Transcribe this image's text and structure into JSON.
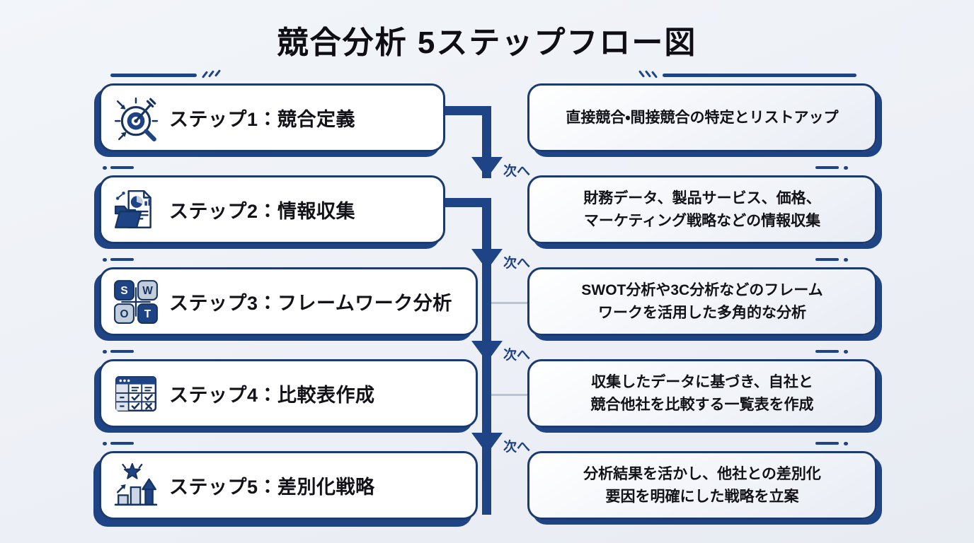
{
  "title": "競合分析 5ステップフロー図",
  "next_label": "次へ",
  "colors": {
    "navy": "#1e4486",
    "border_navy": "#1b3a70",
    "background": "#edf0f6",
    "text": "#121218",
    "light_connector": "#b8c3d4"
  },
  "swot_letters": [
    "S",
    "W",
    "O",
    "T"
  ],
  "steps": [
    {
      "icon": "target-magnifier-icon",
      "label": "ステップ1：競合定義",
      "desc_lines": [
        "直接競合・間接競合の特定とリストアップ"
      ]
    },
    {
      "icon": "folder-document-icon",
      "label": "ステップ2：情報収集",
      "desc_lines": [
        "財務データ、製品サービス、価格、",
        "マーケティング戦略などの情報収集"
      ]
    },
    {
      "icon": "swot-grid-icon",
      "label": "ステップ3：フレームワーク分析",
      "desc_lines": [
        "SWOT分析や3C分析などのフレーム",
        "ワークを活用した多角的な分析"
      ]
    },
    {
      "icon": "comparison-table-icon",
      "label": "ステップ4：比較表作成",
      "desc_lines": [
        "収集したデータに基づき、自社と",
        "競合他社を比較する一覧表を作成"
      ]
    },
    {
      "icon": "growth-star-icon",
      "label": "ステップ5：差別化戦略",
      "desc_lines": [
        "分析結果を活かし、他社との差別化",
        "要因を明確にした戦略を立案"
      ]
    }
  ]
}
